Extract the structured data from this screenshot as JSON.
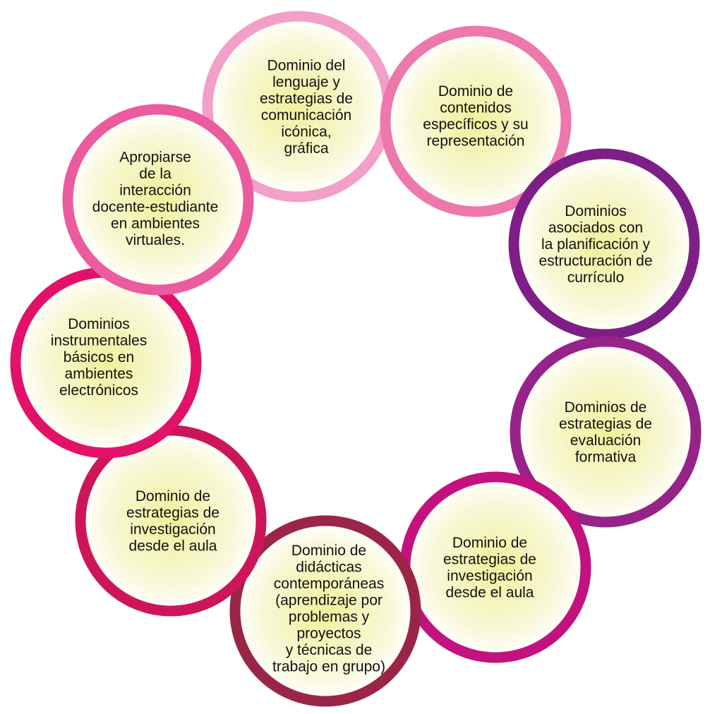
{
  "diagram": {
    "nodes": [
      {
        "id": "lenguaje",
        "label_lines": [
          "Dominio del",
          "lenguaje y",
          "estrategias de",
          "comunicación",
          "icónica,",
          "gráfica"
        ],
        "ring_color": "#f2a0c8"
      },
      {
        "id": "contenidos",
        "label_lines": [
          "Dominio de",
          "contenidos",
          "específicos y su",
          "representación"
        ],
        "ring_color": "#ec78ac"
      },
      {
        "id": "planificacion",
        "label_lines": [
          "Dominios",
          "asociados con",
          "la planificación y",
          "estructuración de",
          "currículo"
        ],
        "ring_color": "#7d1f86"
      },
      {
        "id": "evaluacion",
        "label_lines": [
          "Dominios de",
          "estrategias de",
          "evaluación",
          "formativa"
        ],
        "ring_color": "#962388"
      },
      {
        "id": "investigacion-right",
        "label_lines": [
          "Dominio de",
          "estrategias de",
          "investigación",
          "desde el aula"
        ],
        "ring_color": "#c2127e"
      },
      {
        "id": "didacticas",
        "label_lines": [
          "Dominio de",
          "didácticas",
          "contemporáneas",
          "(aprendizaje por",
          "problemas y",
          "proyectos",
          "y técnicas de",
          "trabajo en grupo)"
        ],
        "ring_color": "#9a2546"
      },
      {
        "id": "investigacion-left",
        "label_lines": [
          "Dominio de",
          "estrategias de",
          "investigación",
          "desde el aula"
        ],
        "ring_color": "#cc1659"
      },
      {
        "id": "instrumentales",
        "label_lines": [
          "Dominios",
          "instrumentales",
          "básicos en",
          "ambientes",
          "electrónicos"
        ],
        "ring_color": "#e2126a"
      },
      {
        "id": "interaccion",
        "label_lines": [
          "Apropiarse",
          "de la",
          "interacción",
          "docente-estudiante",
          "en ambientes",
          "virtuales."
        ],
        "ring_color": "#ea5c9e"
      }
    ],
    "fill_center_color": "#f0f09a",
    "fill_edge_color": "#ffffff"
  }
}
